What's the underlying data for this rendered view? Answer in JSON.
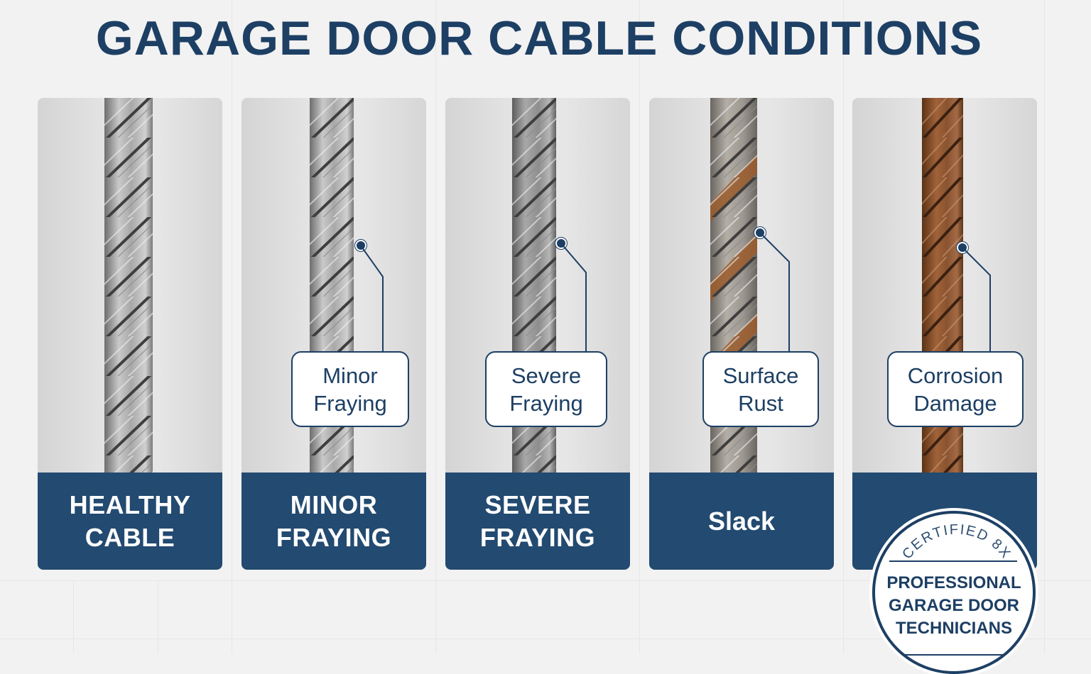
{
  "title": "GARAGE DOOR CABLE CONDITIONS",
  "colors": {
    "navy": "#1d3f64",
    "label_bar": "#234a70",
    "background": "#f2f2f2",
    "steel": "#9a9a9a",
    "rust": "#8a5430"
  },
  "panels": [
    {
      "id": "healthy",
      "label_line1": "HEALTHY",
      "label_line2": "CABLE",
      "callout": null,
      "cable_type": "steel"
    },
    {
      "id": "minor-fraying",
      "label_line1": "MINOR",
      "label_line2": "FRAYING",
      "callout_line1": "Minor",
      "callout_line2": "Fraying",
      "cable_type": "steel"
    },
    {
      "id": "severe-fraying",
      "label_line1": "SEVERE",
      "label_line2": "FRAYING",
      "callout_line1": "Severe",
      "callout_line2": "Fraying",
      "cable_type": "steel-worn"
    },
    {
      "id": "surface-rust",
      "label_line1": "Slack",
      "label_line2": "",
      "callout_line1": "Surface",
      "callout_line2": "Rust",
      "cable_type": "partial-rust"
    },
    {
      "id": "corrosion-damage",
      "label_line1": "",
      "label_line2": "",
      "callout_line1": "Corrosion",
      "callout_line2": "Damage",
      "cable_type": "rust"
    }
  ],
  "badge": {
    "arc_text": "CERTIFIED 8X",
    "line1": "PROFESSIONAL",
    "line2": "GARAGE DOOR",
    "line3": "TECHNICIANS"
  }
}
